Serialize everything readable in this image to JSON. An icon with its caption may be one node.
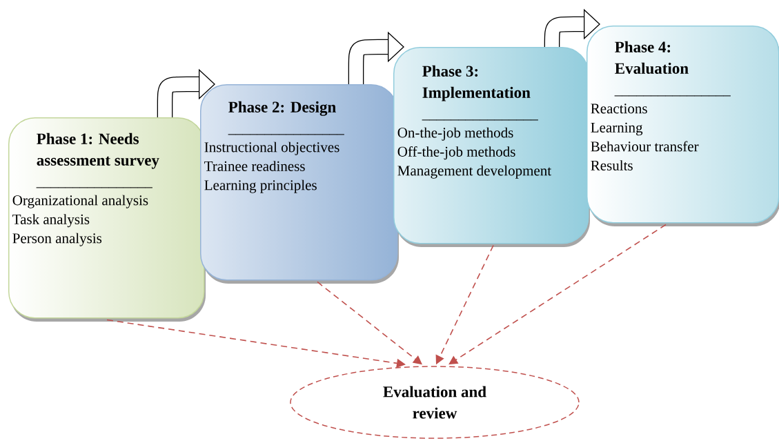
{
  "diagram": {
    "nodes": [
      {
        "text": [
          "Phase 1: Needs assessment survey",
          "________________",
          "Organizational analysis",
          "Task analysis",
          "Person analysis"
        ]
      },
      {
        "text": [
          "Phase 2: Design",
          "________________",
          "Instructional objectives",
          "Trainee readiness",
          "Learning principles"
        ]
      },
      {
        "text": [
          "Phase 3: Implementation",
          "________________",
          "On-the-job methods",
          "Off-the-job methods",
          "Management development"
        ]
      },
      {
        "text": [
          "Phase 4: Evaluation",
          "________________",
          "Reactions",
          "Learning",
          "Behaviour transfer",
          "Results"
        ]
      },
      {
        "text": [
          "Evaluation and review"
        ]
      }
    ],
    "edges": [
      {
        "from": 0,
        "to": 1,
        "arrow": "to",
        "style": "thick",
        "color": "#000000"
      },
      {
        "from": 1,
        "to": 2,
        "arrow": "to",
        "style": "thick",
        "color": "#000000"
      },
      {
        "from": 2,
        "to": 3,
        "arrow": "to",
        "style": "thick",
        "color": "#000000"
      },
      {
        "from": 0,
        "to": 4,
        "arrow": "to",
        "style": "dashed",
        "color": "#c0504d"
      },
      {
        "from": 1,
        "to": 4,
        "arrow": "to",
        "style": "dashed",
        "color": "#c0504d"
      },
      {
        "from": 2,
        "to": 4,
        "arrow": "to",
        "style": "dashed",
        "color": "#c0504d"
      },
      {
        "from": 3,
        "to": 4,
        "arrow": "to",
        "style": "dashed",
        "color": "#c0504d"
      }
    ]
  }
}
